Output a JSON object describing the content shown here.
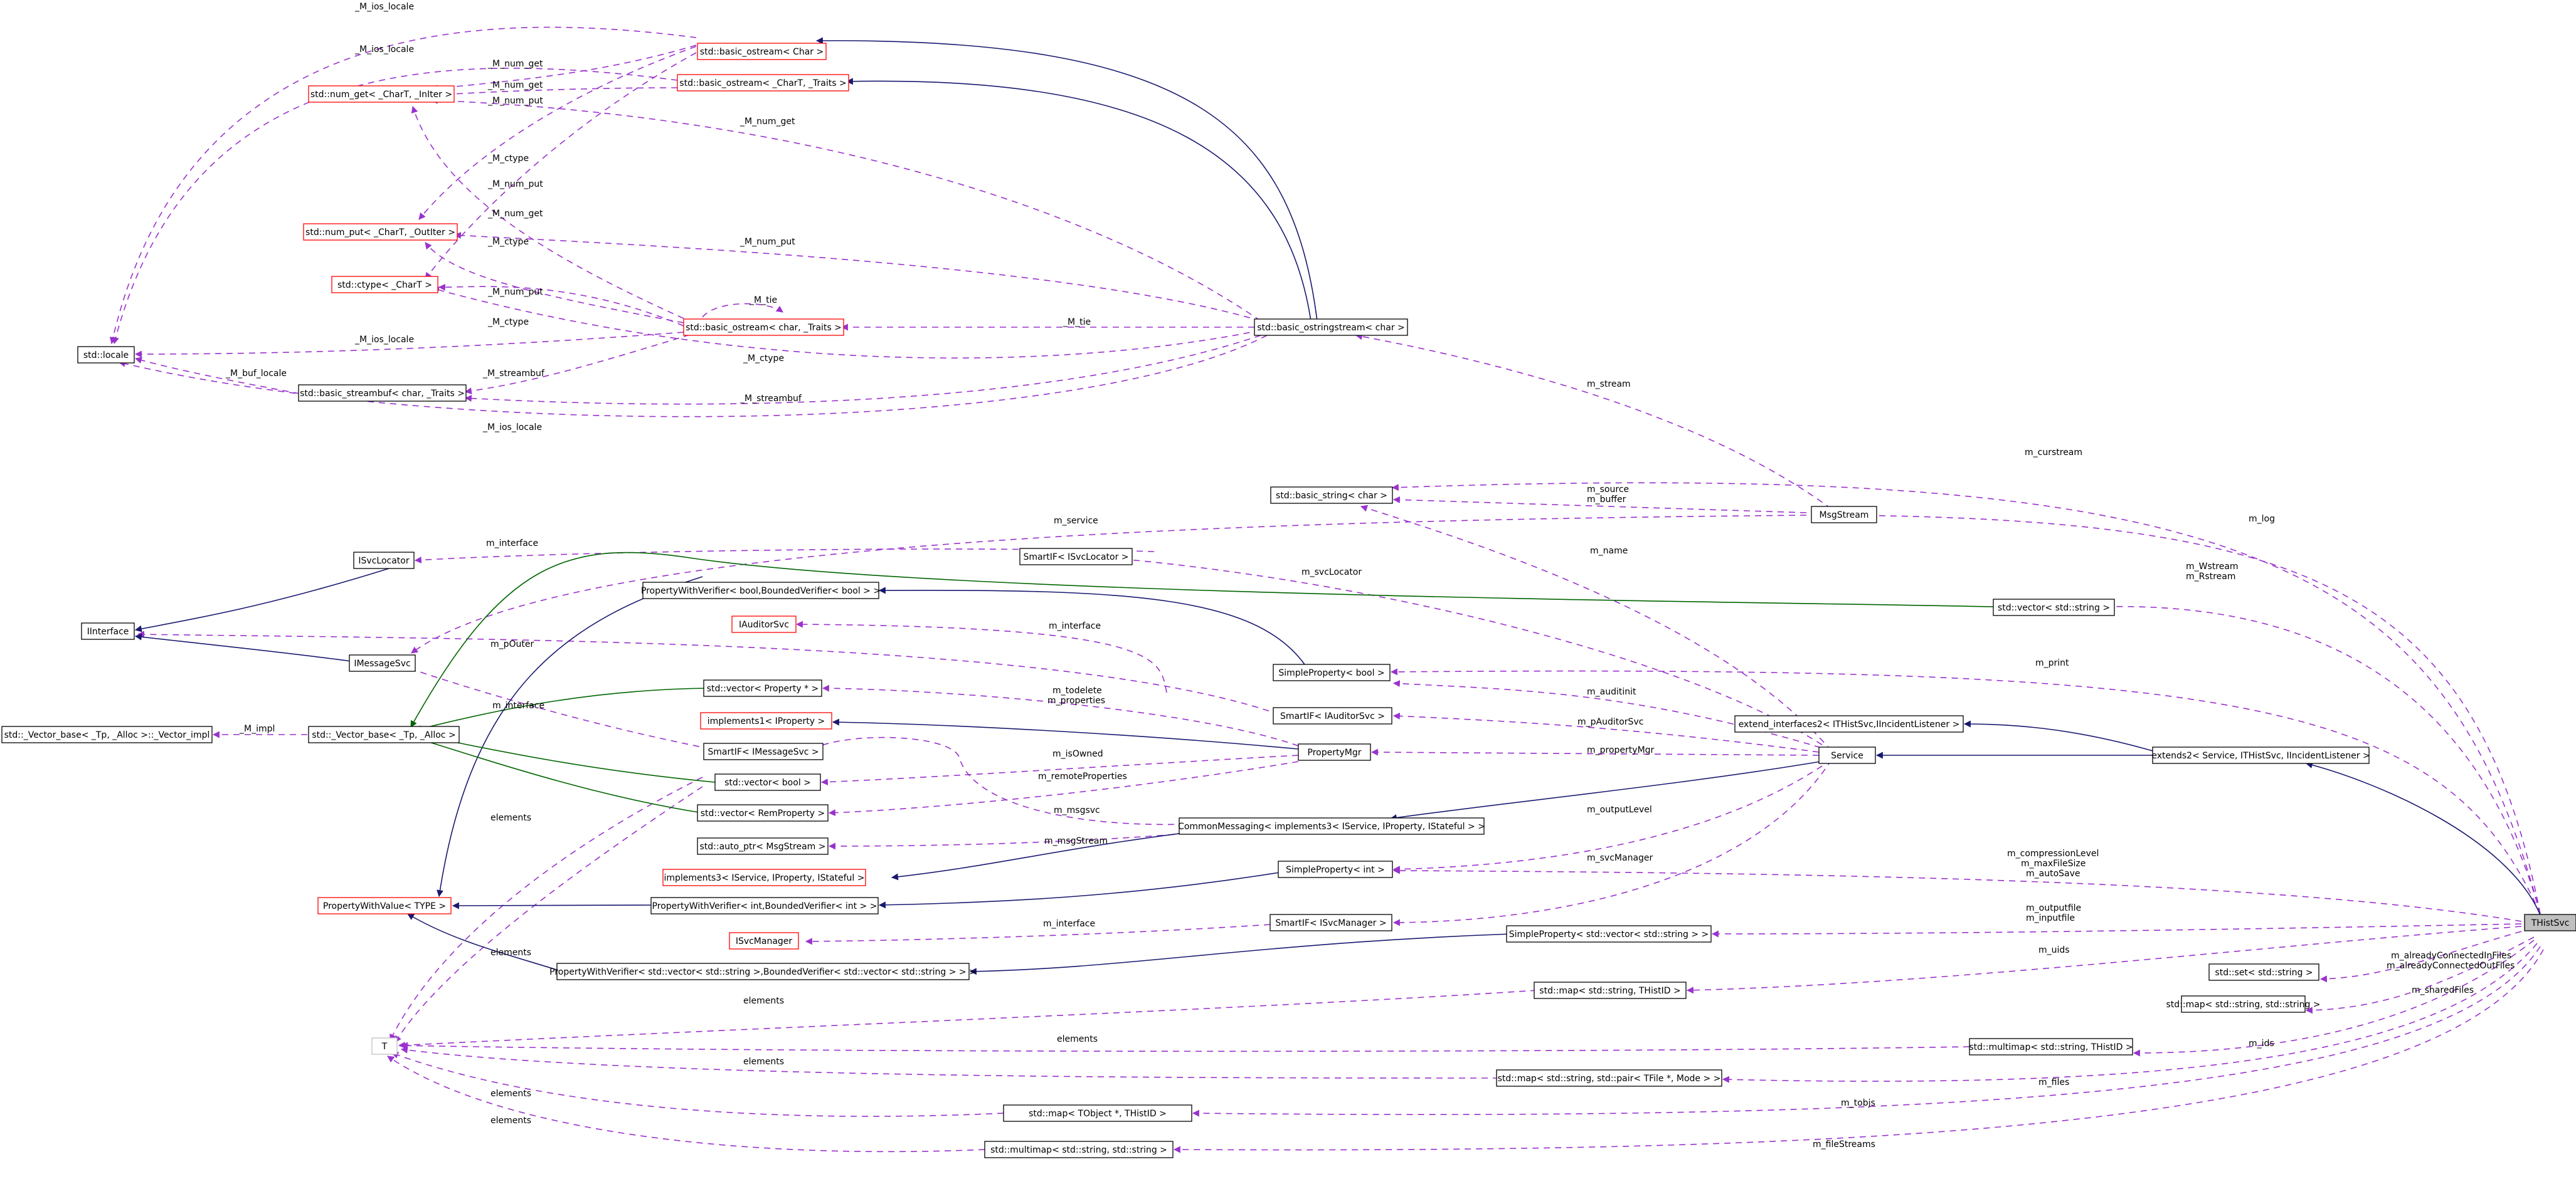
{
  "colors": {
    "member_edge": "#9a32cd",
    "inheritance_edge": "#191970",
    "template_edge": "#006400",
    "documented_border": "#000000",
    "undocumented_border": "#ff0000",
    "incomplete_border": "#bfbfbf",
    "focus_fill": "#bfbfbf"
  },
  "nodes": {
    "basic_ostream_Char": {
      "label": "std::basic_ostream< Char >",
      "kind": "undoc"
    },
    "basic_ostream_CharT_Traits": {
      "label": "std::basic_ostream< _CharT, _Traits >",
      "kind": "undoc"
    },
    "num_get": {
      "label": "std::num_get< _CharT, _InIter >",
      "kind": "undoc"
    },
    "num_put": {
      "label": "std::num_put< _CharT, _OutIter >",
      "kind": "undoc"
    },
    "ctype": {
      "label": "std::ctype< _CharT >",
      "kind": "undoc"
    },
    "basic_ostream_char_Traits": {
      "label": "std::basic_ostream< char, _Traits >",
      "kind": "undoc"
    },
    "locale": {
      "label": "std::locale",
      "kind": "doc"
    },
    "basic_streambuf": {
      "label": "std::basic_streambuf< char, _Traits >",
      "kind": "doc"
    },
    "basic_ostringstream": {
      "label": "std::basic_ostringstream< char >",
      "kind": "doc"
    },
    "basic_string": {
      "label": "std::basic_string< char >",
      "kind": "doc"
    },
    "MsgStream": {
      "label": "MsgStream",
      "kind": "doc"
    },
    "ISvcLocator": {
      "label": "ISvcLocator",
      "kind": "doc"
    },
    "SmartIF_ISvcLocator": {
      "label": "SmartIF< ISvcLocator >",
      "kind": "doc"
    },
    "Interface": {
      "label": "IInterface",
      "kind": "doc"
    },
    "PWV_bool": {
      "label": "PropertyWithVerifier< bool,BoundedVerifier< bool > >",
      "kind": "doc"
    },
    "vector_string": {
      "label": "std::vector< std::string >",
      "kind": "doc"
    },
    "IAuditorSvc": {
      "label": "IAuditorSvc",
      "kind": "undoc"
    },
    "IMessageSvc": {
      "label": "IMessageSvc",
      "kind": "doc"
    },
    "SimpleProperty_bool": {
      "label": "SimpleProperty< bool >",
      "kind": "doc"
    },
    "vector_base_impl": {
      "label": "std::_Vector_base< _Tp, _Alloc >::_Vector_impl",
      "kind": "doc"
    },
    "vector_base": {
      "label": "std::_Vector_base< _Tp, _Alloc >",
      "kind": "doc"
    },
    "vector_Property": {
      "label": "std::vector< Property * >",
      "kind": "doc"
    },
    "implements1_IProperty": {
      "label": "implements1< IProperty >",
      "kind": "undoc"
    },
    "SmartIF_IAuditorSvc": {
      "label": "SmartIF< IAuditorSvc >",
      "kind": "doc"
    },
    "extend_interfaces2": {
      "label": "extend_interfaces2< ITHistSvc,IIncidentListener >",
      "kind": "doc"
    },
    "SmartIF_IMessageSvc": {
      "label": "SmartIF< IMessageSvc >",
      "kind": "doc"
    },
    "PropertyMgr": {
      "label": "PropertyMgr",
      "kind": "doc"
    },
    "Service": {
      "label": "Service",
      "kind": "doc"
    },
    "extends2": {
      "label": "extends2< Service, ITHistSvc, IIncidentListener >",
      "kind": "doc"
    },
    "vector_bool": {
      "label": "std::vector< bool >",
      "kind": "doc"
    },
    "vector_RemProperty": {
      "label": "std::vector< RemProperty >",
      "kind": "doc"
    },
    "CommonMessaging": {
      "label": "CommonMessaging< implements3< IService, IProperty, IStateful > >",
      "kind": "doc"
    },
    "auto_ptr_MsgStream": {
      "label": "std::auto_ptr< MsgStream >",
      "kind": "doc"
    },
    "implements3": {
      "label": "implements3< IService, IProperty, IStateful >",
      "kind": "undoc"
    },
    "SimpleProperty_int": {
      "label": "SimpleProperty< int >",
      "kind": "doc"
    },
    "PropertyWithValue_TYPE": {
      "label": "PropertyWithValue< TYPE >",
      "kind": "undoc"
    },
    "PWV_int": {
      "label": "PropertyWithVerifier< int,BoundedVerifier< int > >",
      "kind": "doc"
    },
    "ISvcManager": {
      "label": "ISvcManager",
      "kind": "undoc"
    },
    "SmartIF_ISvcManager": {
      "label": "SmartIF< ISvcManager >",
      "kind": "doc"
    },
    "THistSvc": {
      "label": "THistSvc",
      "kind": "focus"
    },
    "SimpleProperty_vector_string": {
      "label": "SimpleProperty< std::vector< std::string > >",
      "kind": "doc"
    },
    "PWV_vector_string": {
      "label": "PropertyWithVerifier< std::vector< std::string >,BoundedVerifier< std::vector< std::string > > >",
      "kind": "doc"
    },
    "map_string_THistID": {
      "label": "std::map< std::string, THistID >",
      "kind": "doc"
    },
    "set_string": {
      "label": "std::set< std::string >",
      "kind": "doc"
    },
    "map_string_string": {
      "label": "std::map< std::string, std::string >",
      "kind": "doc"
    },
    "T": {
      "label": "T",
      "kind": "incomplete"
    },
    "multimap_string_THistID": {
      "label": "std::multimap< std::string, THistID >",
      "kind": "doc"
    },
    "map_string_pair": {
      "label": "std::map< std::string, std::pair< TFile *, Mode > >",
      "kind": "doc"
    },
    "map_TObject": {
      "label": "std::map< TObject *, THistID >",
      "kind": "doc"
    },
    "multimap_string_string": {
      "label": "std::multimap< std::string, std::string >",
      "kind": "doc"
    }
  },
  "edge_labels": {
    "ios_locale_1": "_M_ios_locale",
    "ios_locale_2": "_M_ios_locale",
    "num_get_1": "_M_num_get",
    "num_get_2": "_M_num_get",
    "num_put_1": "_M_num_put",
    "num_get_3": "_M_num_get",
    "ctype_1": "_M_ctype",
    "num_put_2": "_M_num_put",
    "num_get_4": "_M_num_get",
    "ctype_2": "_M_ctype",
    "num_put_3": "_M_num_put",
    "tie_1": "_M_tie",
    "num_put_4": "_M_num_put",
    "ctype_3": "_M_ctype",
    "tie_2": "_M_tie",
    "ios_locale_3": "_M_ios_locale",
    "buf_locale": "_M_buf_locale",
    "ctype_4": "_M_ctype",
    "streambuf_1": "_M_streambuf",
    "streambuf_2": "_M_streambuf",
    "ios_locale_4": "_M_ios_locale",
    "m_stream": "m_stream",
    "m_curstream": "m_curstream",
    "m_source": "m_source",
    "m_buffer": "m_buffer",
    "m_log": "m_log",
    "m_service": "m_service",
    "m_interface_1": "m_interface",
    "m_name": "m_name",
    "m_svcLocator": "m_svcLocator",
    "m_Wstream": "m_Wstream",
    "m_Rstream": "m_Rstream",
    "m_interface_2": "m_interface",
    "m_pOuter": "m_pOuter",
    "m_print": "m_print",
    "m_todelete": "m_todelete",
    "m_properties": "m_properties",
    "m_auditinit": "m_auditinit",
    "m_pAuditorSvc": "m_pAuditorSvc",
    "m_impl": "_M_impl",
    "m_interface_3": "m_interface",
    "m_isOwned": "m_isOwned",
    "m_propertyMgr": "m_propertyMgr",
    "m_remoteProperties": "m_remoteProperties",
    "m_msgsvc": "m_msgsvc",
    "elements_1": "elements",
    "m_msgStream": "m_msgStream",
    "m_outputLevel": "m_outputLevel",
    "m_compressionLevel": "m_compressionLevel",
    "m_maxFileSize": "m_maxFileSize",
    "m_autoSave": "m_autoSave",
    "m_svcManager": "m_svcManager",
    "m_interface_4": "m_interface",
    "m_outputfile": "m_outputfile",
    "m_inputfile": "m_inputfile",
    "elements_2": "elements",
    "m_uids": "m_uids",
    "m_alreadyConnectedInFiles": "m_alreadyConnectedInFiles",
    "m_alreadyConnectedOutFiles": "m_alreadyConnectedOutFiles",
    "elements_3": "elements",
    "m_sharedFiles": "m_sharedFiles",
    "elements_4": "elements",
    "m_ids": "m_ids",
    "elements_5": "elements",
    "m_files": "m_files",
    "elements_6": "elements",
    "m_tobjs": "m_tobjs",
    "elements_7": "elements",
    "m_fileStreams": "m_fileStreams"
  }
}
